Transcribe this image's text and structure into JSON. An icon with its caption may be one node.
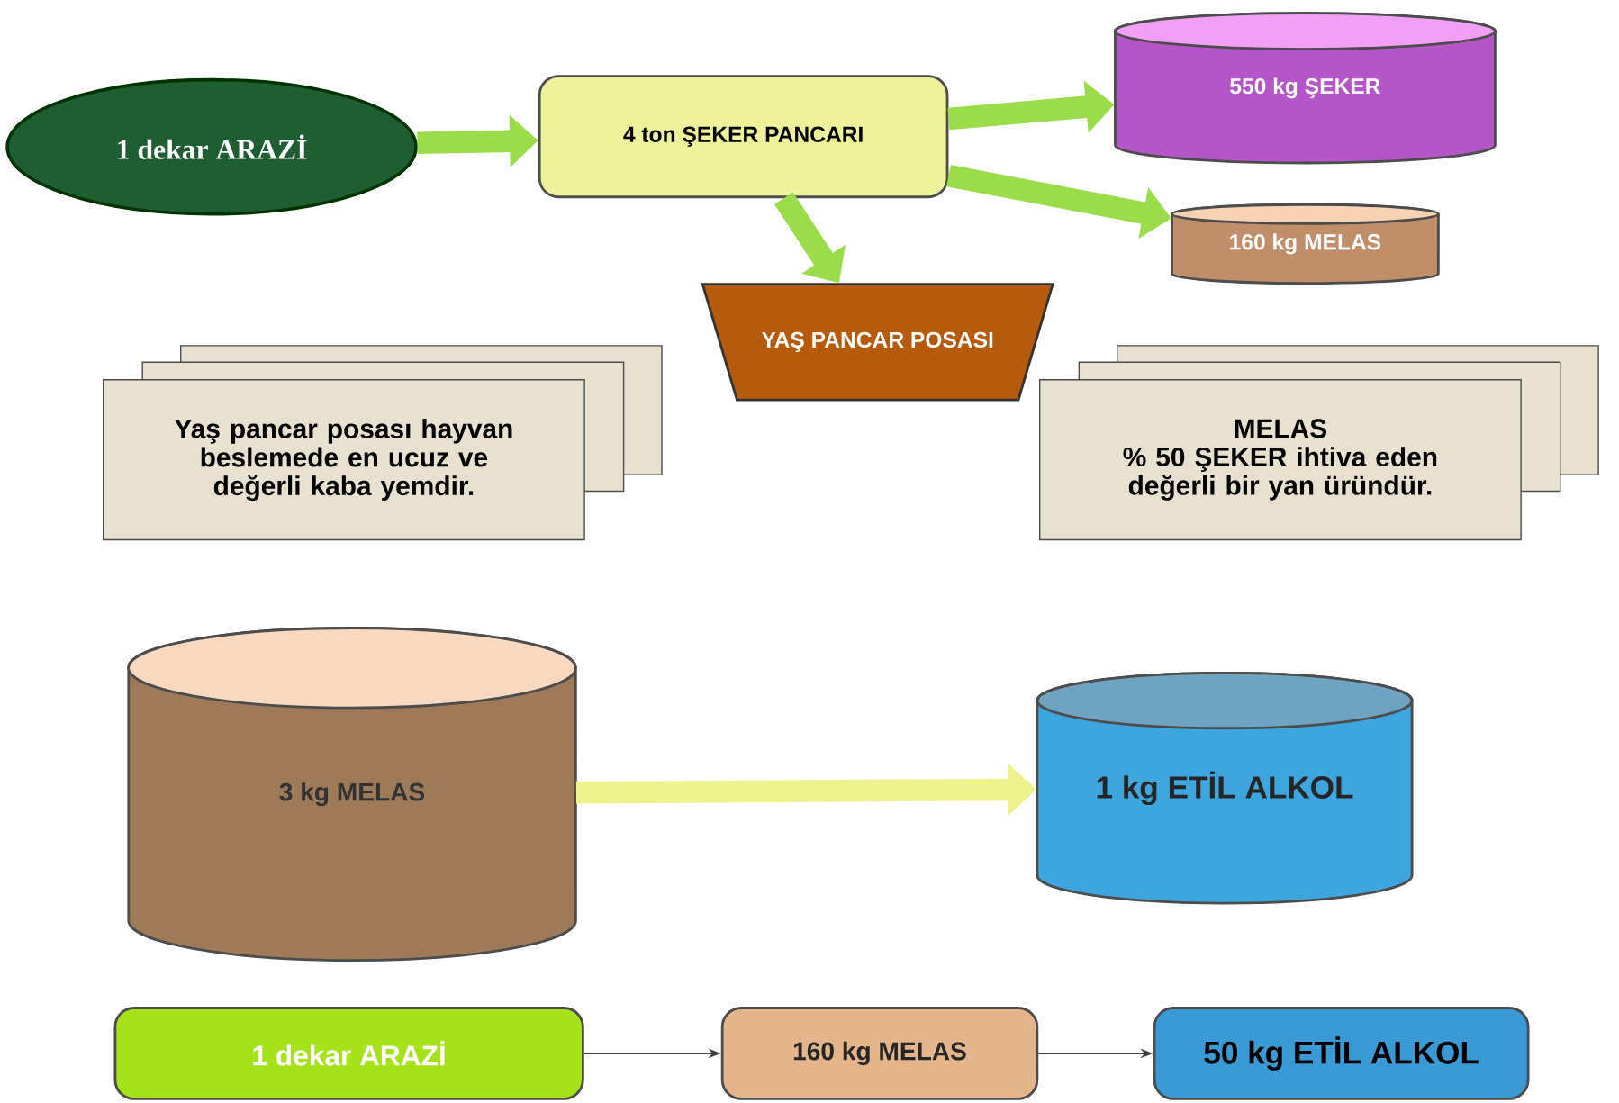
{
  "diagram": {
    "nodes": [
      {
        "text": [
          "1 dekar ARAZİ"
        ]
      },
      {
        "text": [
          "4 ton ŞEKER PANCARI"
        ]
      },
      {
        "text": [
          "550 kg ŞEKER"
        ]
      },
      {
        "text": [
          "160 kg MELAS"
        ]
      },
      {
        "text": [
          "YAŞ PANCAR POSASI"
        ]
      },
      {
        "text": [
          "Yaş pancar posası hayvan beslemede en ucuz ve değerli kaba yemdir."
        ]
      },
      {
        "text": [
          "MELAS",
          "% 50 ŞEKER ihtiva eden değerli bir yan üründür."
        ]
      },
      {
        "text": [
          "3 kg MELAS"
        ]
      },
      {
        "text": [
          "1 kg ETİL ALKOL"
        ]
      },
      {
        "text": [
          "1 dekar ARAZİ"
        ]
      },
      {
        "text": [
          "160 kg MELAS"
        ]
      },
      {
        "text": [
          "50 kg ETİL ALKOL"
        ]
      }
    ],
    "edges": [
      {
        "from": 0,
        "to": 1,
        "arrow": "to"
      },
      {
        "from": 1,
        "to": 2,
        "arrow": "to"
      },
      {
        "from": 1,
        "to": 3,
        "arrow": "to"
      },
      {
        "from": 1,
        "to": 4,
        "arrow": "to"
      },
      {
        "from": 7,
        "to": 8,
        "arrow": "to",
        "color": "#eef28c"
      },
      {
        "from": 9,
        "to": 10,
        "arrow": "to",
        "color": "#404040"
      },
      {
        "from": 10,
        "to": 11,
        "arrow": "to",
        "color": "#404040"
      }
    ]
  }
}
